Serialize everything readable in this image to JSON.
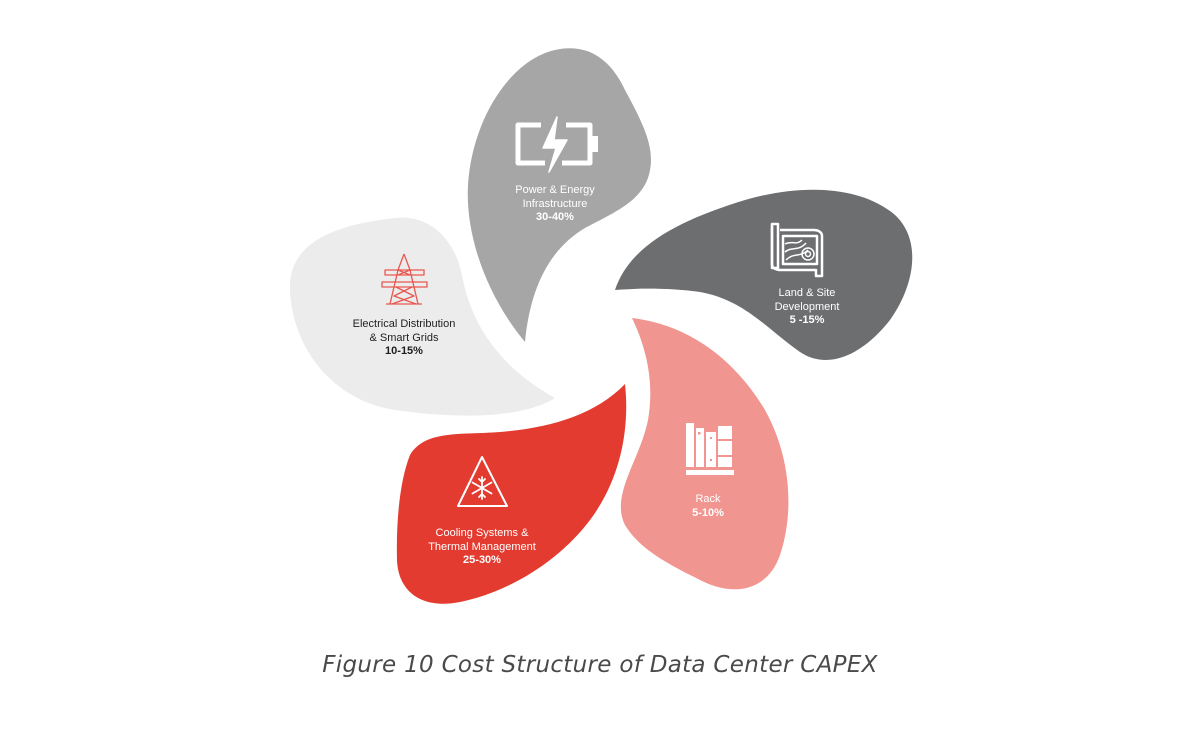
{
  "figure": {
    "caption": "Figure 10 Cost Structure of Data Center CAPEX"
  },
  "segments": [
    {
      "id": "power",
      "name_line1": "Power & Energy",
      "name_line2": "Infrastructure",
      "value": "30-40%",
      "color": "#a6a6a6",
      "text_color": "#ffffff",
      "icon": "battery-bolt-icon"
    },
    {
      "id": "land",
      "name_line1": "Land & Site",
      "name_line2": "Development",
      "value": "5 -15%",
      "color": "#6d6e70",
      "text_color": "#ffffff",
      "icon": "topographic-map-icon"
    },
    {
      "id": "rack",
      "name_line1": "Rack",
      "name_line2": "",
      "value": "5-10%",
      "color": "#f0958f",
      "text_color": "#ffffff",
      "icon": "rack-books-icon"
    },
    {
      "id": "cooling",
      "name_line1": "Cooling Systems &",
      "name_line2": "Thermal Management",
      "value": "25-30%",
      "color": "#e33b30",
      "text_color": "#ffffff",
      "icon": "snowflake-warning-icon"
    },
    {
      "id": "electrical",
      "name_line1": "Electrical Distribution",
      "name_line2": "& Smart Grids",
      "value": "10-15%",
      "color": "#ececec",
      "text_color": "#1e1e1e",
      "icon": "transmission-tower-icon"
    }
  ],
  "chart_data": {
    "type": "pie",
    "title": "Figure 10 Cost Structure of Data Center CAPEX",
    "categories": [
      "Power & Energy Infrastructure",
      "Land & Site Development",
      "Rack",
      "Cooling Systems & Thermal Management",
      "Electrical Distribution & Smart Grids"
    ],
    "ranges": [
      [
        30,
        40
      ],
      [
        5,
        15
      ],
      [
        5,
        10
      ],
      [
        25,
        30
      ],
      [
        10,
        15
      ]
    ],
    "value_labels": [
      "30-40%",
      "5 -15%",
      "5-10%",
      "25-30%",
      "10-15%"
    ],
    "colors": [
      "#a6a6a6",
      "#6d6e70",
      "#f0958f",
      "#e33b30",
      "#ececec"
    ],
    "layout": "pinwheel petal diagram, five petals swirling clockwise around center"
  }
}
